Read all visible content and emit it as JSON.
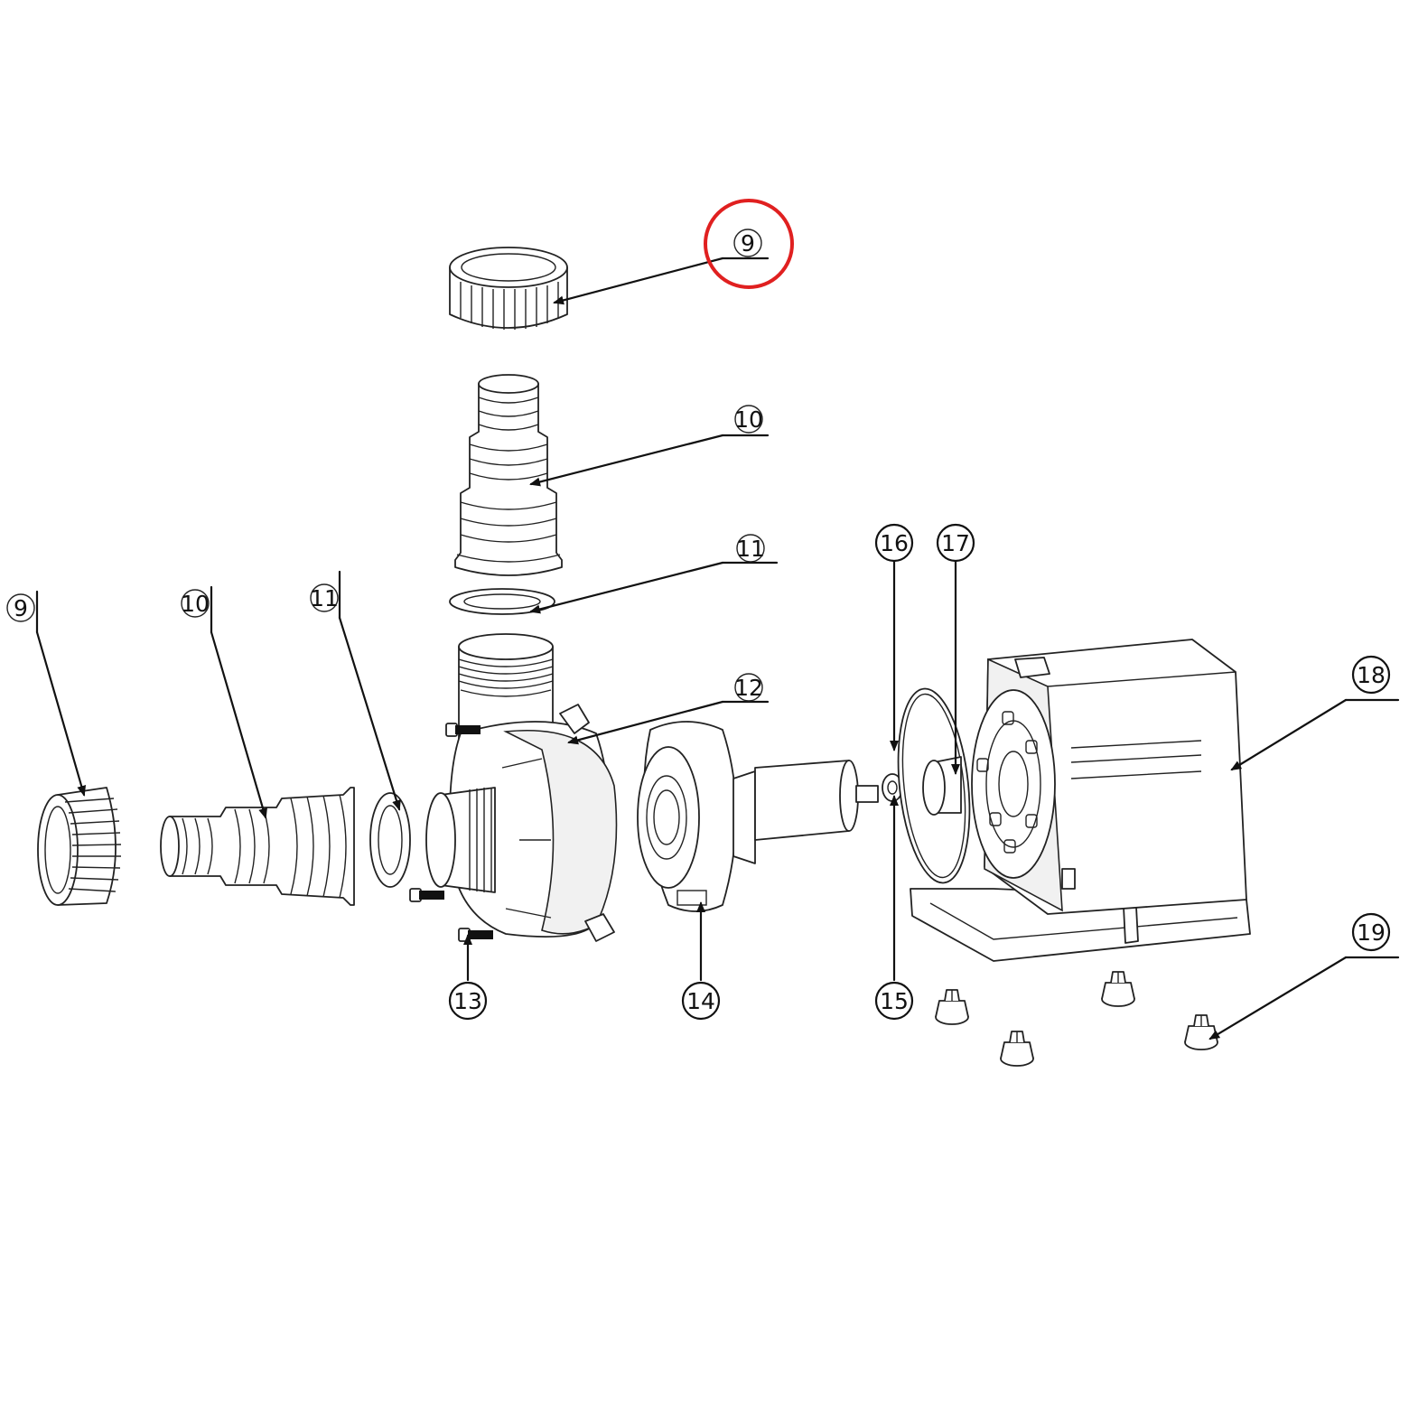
{
  "callouts": [
    {
      "key": "c9_top",
      "label": "9"
    },
    {
      "key": "c10_top",
      "label": "10"
    },
    {
      "key": "c11_top",
      "label": "11"
    },
    {
      "key": "c12",
      "label": "12"
    },
    {
      "key": "c9_left",
      "label": "9"
    },
    {
      "key": "c10_left",
      "label": "10"
    },
    {
      "key": "c11_left",
      "label": "11"
    },
    {
      "key": "c13",
      "label": "13"
    },
    {
      "key": "c14",
      "label": "14"
    },
    {
      "key": "c15",
      "label": "15"
    },
    {
      "key": "c16",
      "label": "16"
    },
    {
      "key": "c17",
      "label": "17"
    },
    {
      "key": "c18",
      "label": "18"
    },
    {
      "key": "c19",
      "label": "19"
    }
  ],
  "highlight": {
    "callout": "c9_top",
    "color": "#e02020"
  },
  "colors": {
    "ink": "#111111",
    "background": "#ffffff",
    "highlight": "#e02020"
  },
  "parts": [
    "union-nut",
    "hose-barb-adapter",
    "flat-seal-ring",
    "pump-volute-housing",
    "housing-screw",
    "impeller-plate",
    "rotor-shaft",
    "shaft-bushing",
    "o-ring",
    "rubber-bearing",
    "motor-body",
    "rubber-foot"
  ]
}
